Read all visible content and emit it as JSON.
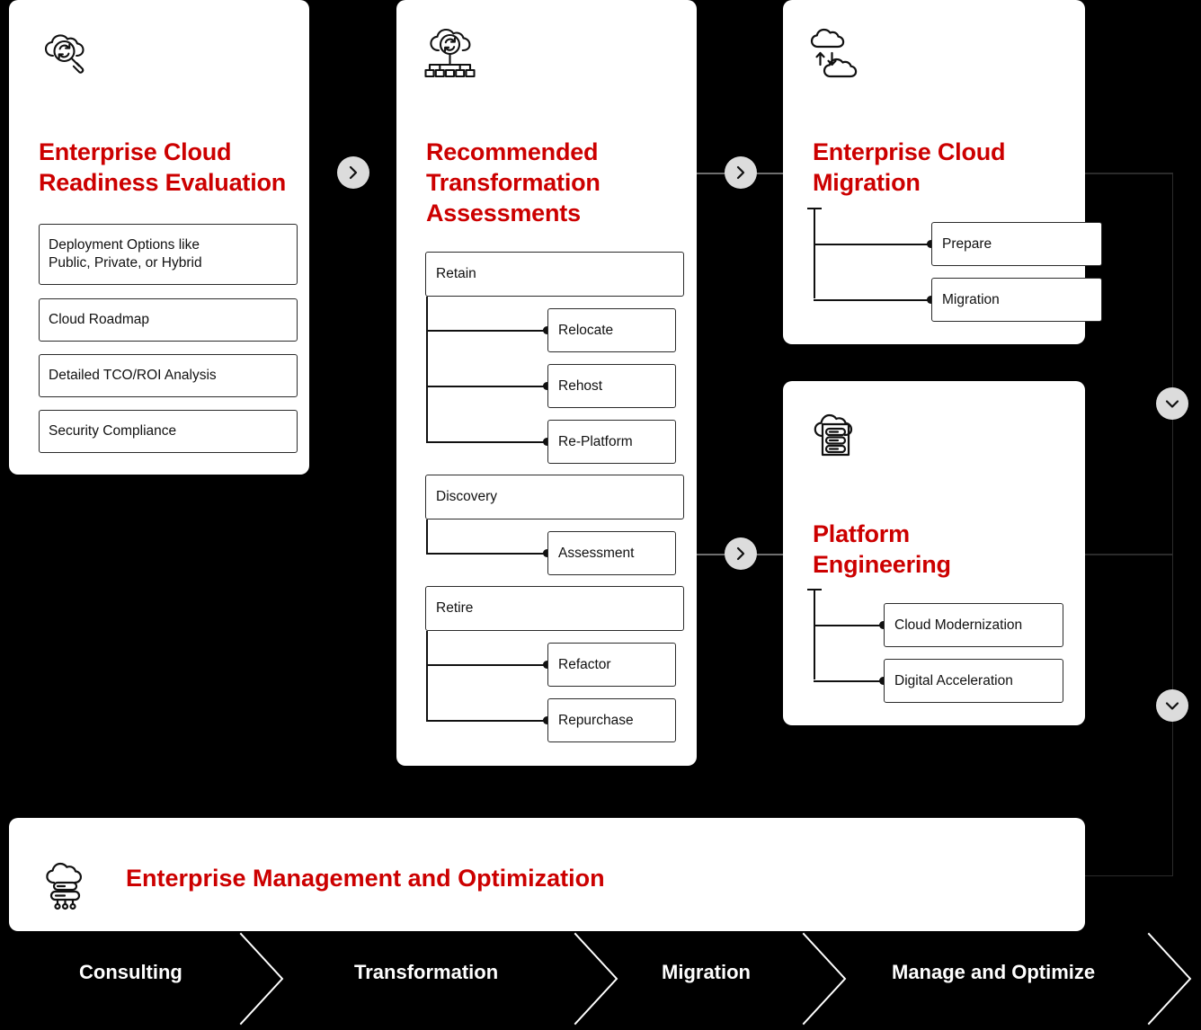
{
  "theme": {
    "background": "#000000",
    "card_bg": "#ffffff",
    "accent_red": "#CC0000",
    "line": "#111111",
    "connector": "#2b2b2b",
    "chevron_button_bg": "#dcdcdc",
    "strip_text": "#ffffff"
  },
  "cards": {
    "readiness": {
      "title": "Enterprise Cloud\nReadiness Evaluation",
      "title_line1": "Enterprise Cloud",
      "title_line2": "Readiness Evaluation",
      "icon": "cloud-magnifier-sync-icon",
      "items": [
        "Deployment Options like Public, Private, or Hybrid",
        "Cloud Roadmap",
        "Detailed TCO/ROI Analysis",
        "Security Compliance"
      ],
      "item_lines": [
        [
          "Deployment Options like",
          "Public, Private, or Hybrid"
        ],
        [
          "Cloud Roadmap"
        ],
        [
          "Detailed TCO/ROI Analysis"
        ],
        [
          "Security Compliance"
        ]
      ]
    },
    "assessments": {
      "title_line1": "Recommended",
      "title_line2": "Transformation",
      "title_line3": "Assessments",
      "icon": "cloud-sync-network-icon",
      "groups": [
        {
          "parent": "Retain",
          "children": [
            "Relocate",
            "Rehost",
            "Re-Platform"
          ]
        },
        {
          "parent": "Discovery",
          "children": [
            "Assessment"
          ]
        },
        {
          "parent": "Retire",
          "children": [
            "Refactor",
            "Repurchase"
          ]
        }
      ]
    },
    "migration": {
      "title_line1": "Enterprise Cloud",
      "title_line2": "Migration",
      "icon": "two-clouds-transfer-icon",
      "children": [
        "Prepare",
        "Migration"
      ]
    },
    "platform": {
      "title_line1": "Platform",
      "title_line2": "Engineering",
      "icon": "cloud-server-rack-icon",
      "children": [
        "Cloud Modernization",
        "Digital Acceleration"
      ]
    }
  },
  "banner": {
    "title": "Enterprise Management and Optimization",
    "icon": "cloud-server-stack-icon"
  },
  "process_strip": {
    "steps": [
      "Consulting",
      "Transformation",
      "Migration",
      "Manage and Optimize"
    ],
    "separator_icon": "chevron-right-outline"
  },
  "nav_buttons": [
    {
      "name": "next-to-assessments",
      "icon": "chevron-right-icon"
    },
    {
      "name": "next-to-migration",
      "icon": "chevron-right-icon"
    },
    {
      "name": "next-to-platform",
      "icon": "chevron-right-icon"
    },
    {
      "name": "expand-migration-branch",
      "icon": "chevron-down-icon"
    },
    {
      "name": "expand-platform-branch",
      "icon": "chevron-down-icon"
    }
  ]
}
